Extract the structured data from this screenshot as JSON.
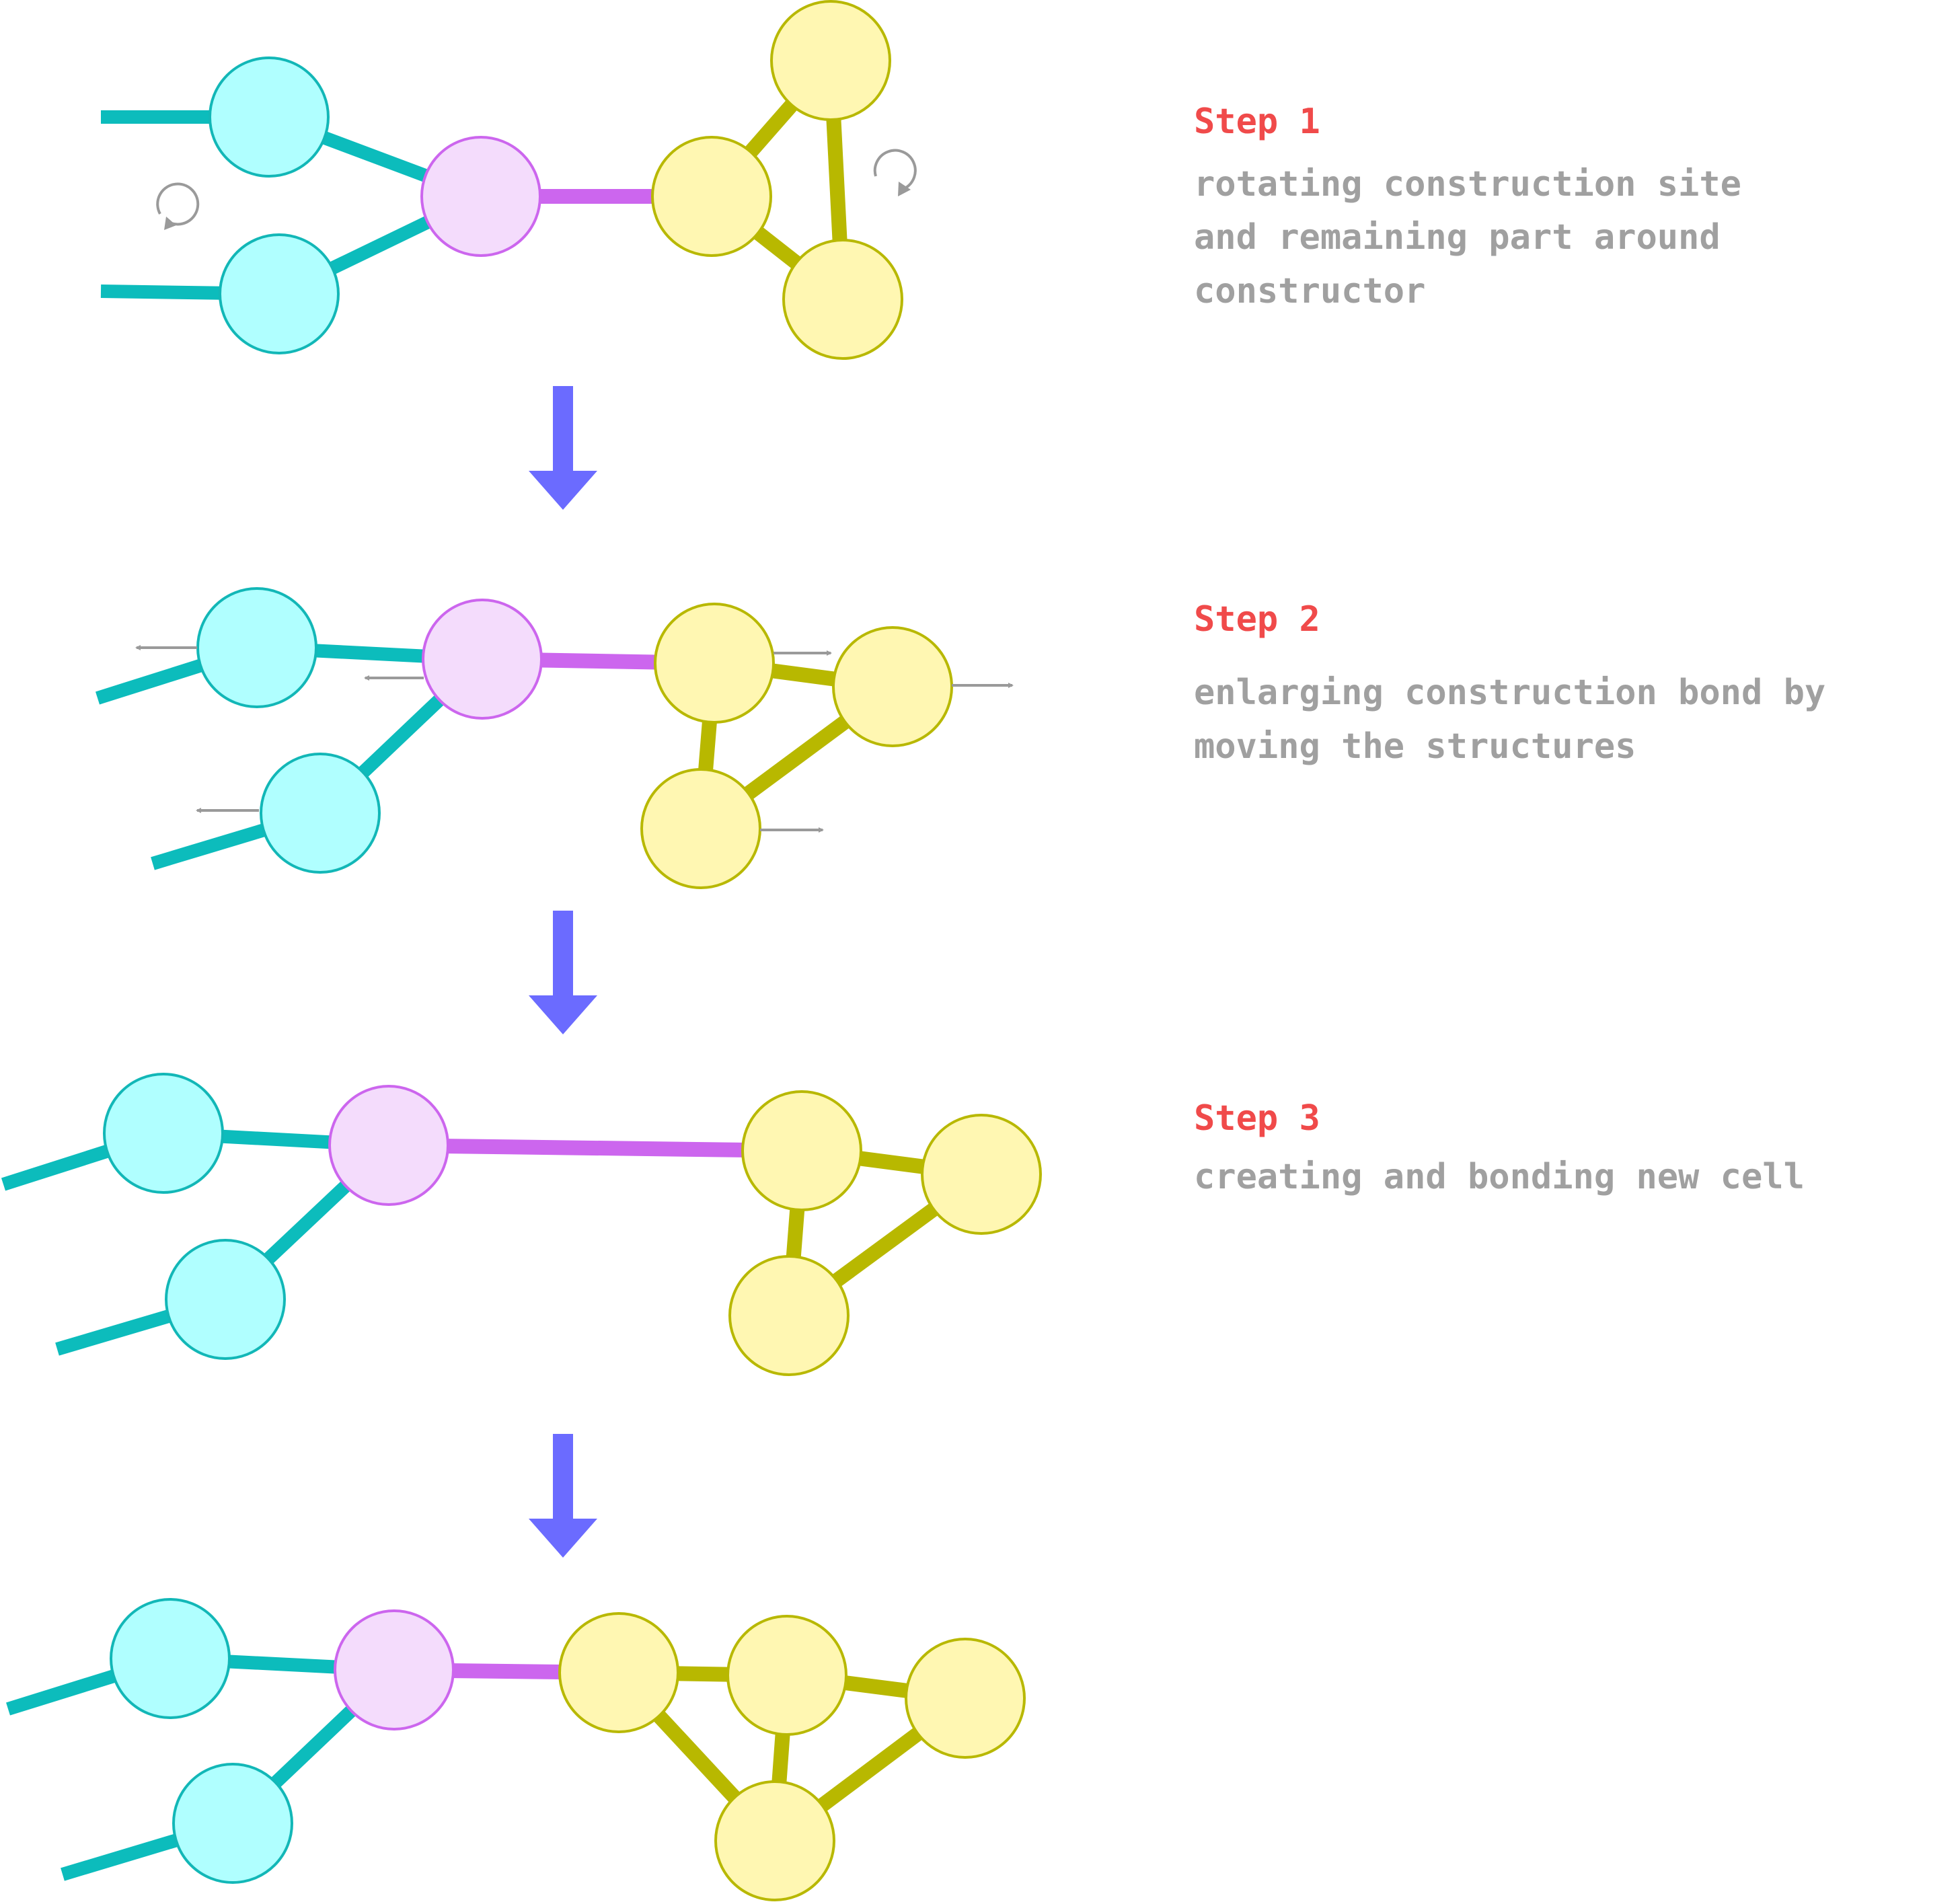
{
  "colors": {
    "constructor_fill": "#f4dcfc",
    "constructor_stroke": "#cc66ee",
    "construction_bond": "#cc66ee",
    "cyan_fill": "#b0ffff",
    "cyan_stroke": "#12b7b7",
    "cyan_bond": "#0cbcbc",
    "yellow_fill": "#fff7b2",
    "yellow_stroke": "#b8b800",
    "yellow_bond": "#b8b800",
    "flow_arrow": "#6b6bff",
    "motion_arrow": "#9a9a9a",
    "step_title": "#f04a4a",
    "step_text": "#a0a0a0"
  },
  "steps": [
    {
      "title": "Step 1",
      "lines": [
        "rotating construction site",
        "and remaining part around",
        "constructor"
      ]
    },
    {
      "title": "Step 2",
      "lines": [
        "enlarging construction bond by",
        "moving the structures"
      ]
    },
    {
      "title": "Step 3",
      "lines": [
        "creating and bonding new cell"
      ]
    }
  ],
  "icons": {
    "rotate": "rotate-icon",
    "motion": "motion-arrow-icon",
    "flow": "down-arrow-icon"
  }
}
